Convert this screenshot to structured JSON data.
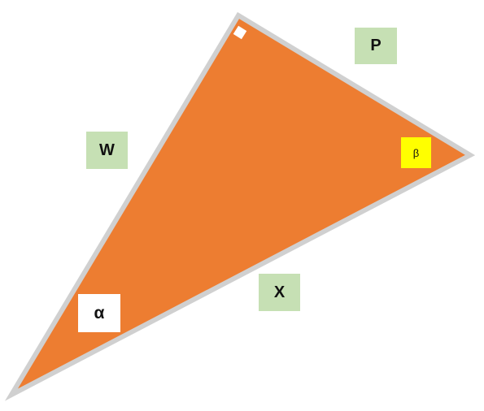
{
  "colors": {
    "triangle_fill": "#ed7d31",
    "triangle_stroke": "#d0d0d0",
    "side_label_bg": "#c6e0b4",
    "alpha_label_bg": "#ffffff",
    "beta_label_bg": "#ffff00",
    "right_angle_marker": "#ffffff"
  },
  "labels": {
    "side_p": "P",
    "side_w": "W",
    "side_x": "X",
    "angle_alpha": "α",
    "angle_beta": "β"
  },
  "shapes": {
    "triangle": "right-triangle",
    "right_angle_marker": "square"
  }
}
